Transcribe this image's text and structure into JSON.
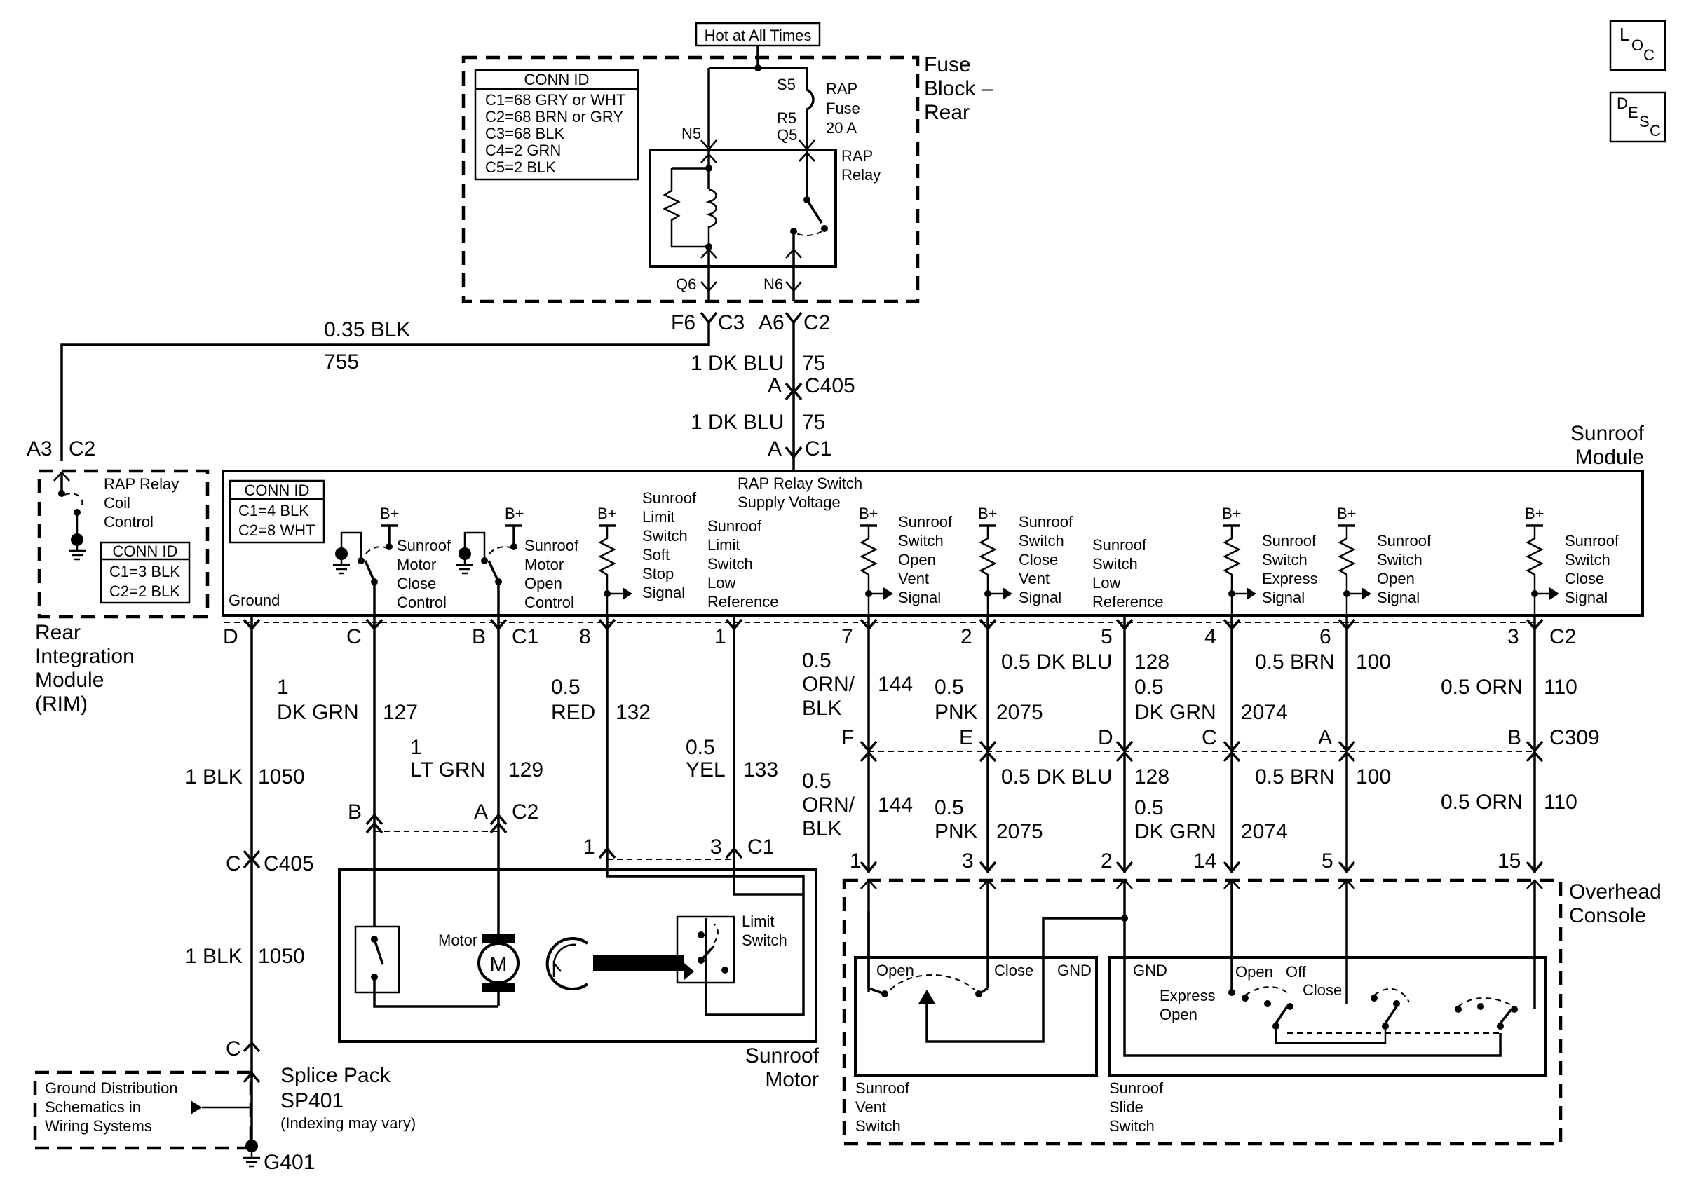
{
  "top_label": "Hot at All Times",
  "loc_icon": {
    "l": "L",
    "o": "O",
    "c": "C"
  },
  "desc_icon": {
    "d": "D",
    "e": "E",
    "s": "S",
    "c": "C"
  },
  "fuse_block": {
    "title_1": "Fuse",
    "title_2": "Block –",
    "title_3": "Rear",
    "conn_id_title": "CONN ID",
    "conn_ids": [
      "C1=68 GRY or WHT",
      "C2=68 BRN or GRY",
      "C3=68 BLK",
      "C4=2 GRN",
      "C5=2 BLK"
    ],
    "s5": "S5",
    "fuse_1": "RAP",
    "fuse_2": "Fuse",
    "fuse_3": "20 A",
    "r5": "R5",
    "q5": "Q5",
    "n5": "N5",
    "relay_1": "RAP",
    "relay_2": "Relay",
    "q6": "Q6",
    "n6": "N6",
    "f6": "F6",
    "c3": "C3",
    "a6": "A6",
    "c2": "C2"
  },
  "wire_755": {
    "gauge": "0.35 BLK",
    "circuit": "755"
  },
  "wire_75_a": {
    "gauge": "1 DK BLU",
    "circuit": "75",
    "pin": "A",
    "conn": "C405"
  },
  "wire_75_b": {
    "gauge": "1 DK BLU",
    "circuit": "75",
    "pin": "A",
    "conn": "C1"
  },
  "rim": {
    "a3": "A3",
    "c2": "C2",
    "relay_1": "RAP Relay",
    "relay_2": "Coil",
    "relay_3": "Control",
    "conn_id_title": "CONN ID",
    "conn_ids": [
      "C1=3 BLK",
      "C2=2 BLK"
    ],
    "name_1": "Rear",
    "name_2": "Integration",
    "name_3": "Module",
    "name_4": "(RIM)"
  },
  "sunroof_module": {
    "title_1": "Sunroof",
    "title_2": "Module",
    "conn_id_title": "CONN ID",
    "conn_ids": [
      "C1=4 BLK",
      "C2=8 WHT"
    ],
    "ground": "Ground",
    "bplus": "B+",
    "close_ctl": [
      "Sunroof",
      "Motor",
      "Close",
      "Control"
    ],
    "open_ctl": [
      "Sunroof",
      "Motor",
      "Open",
      "Control"
    ],
    "soft_stop": [
      "Sunroof",
      "Limit",
      "Switch",
      "Soft",
      "Stop",
      "Signal"
    ],
    "low_ref": [
      "Sunroof",
      "Limit",
      "Switch",
      "Low",
      "Reference"
    ],
    "rap_supply": [
      "RAP Relay Switch",
      "Supply Voltage"
    ],
    "open_vent": [
      "Sunroof",
      "Switch",
      "Open",
      "Vent",
      "Signal"
    ],
    "close_vent": [
      "Sunroof",
      "Switch",
      "Close",
      "Vent",
      "Signal"
    ],
    "switch_low_ref": [
      "Sunroof",
      "Switch",
      "Low",
      "Reference"
    ],
    "express": [
      "Sunroof",
      "Switch",
      "Express",
      "Signal"
    ],
    "open_sig": [
      "Sunroof",
      "Switch",
      "Open",
      "Signal"
    ],
    "close_sig": [
      "Sunroof",
      "Switch",
      "Close",
      "Signal"
    ],
    "pins": {
      "d": "D",
      "c": "C",
      "b": "B",
      "c1": "C1",
      "p8": "8",
      "p1": "1",
      "p7": "7",
      "p2": "2",
      "p5": "5",
      "p4": "4",
      "p6": "6",
      "p3": "3",
      "c2": "C2"
    }
  },
  "wires_upper": {
    "w127": {
      "g1": "1",
      "g2": "DK GRN",
      "c": "127"
    },
    "w129": {
      "g1": "1",
      "g2": "LT GRN",
      "c": "129"
    },
    "w132": {
      "g1": "0.5",
      "g2": "RED",
      "c": "132"
    },
    "w133": {
      "g1": "0.5",
      "g2": "YEL",
      "c": "133"
    },
    "w144": {
      "g1": "0.5",
      "g2": "ORN/",
      "g3": "BLK",
      "c": "144"
    },
    "w2075": {
      "g1": "0.5",
      "g2": "PNK",
      "c": "2075"
    },
    "w128": {
      "g": "0.5 DK BLU",
      "c": "128"
    },
    "w2074": {
      "g1": "0.5",
      "g2": "DK GRN",
      "c": "2074"
    },
    "w100": {
      "g": "0.5 BRN",
      "c": "100"
    },
    "w110": {
      "g": "0.5 ORN",
      "c": "110"
    }
  },
  "c309": {
    "f": "F",
    "e": "E",
    "d": "D",
    "c": "C",
    "a": "A",
    "b": "B",
    "name": "C309"
  },
  "wires_lower": {
    "w144": {
      "g1": "0.5",
      "g2": "ORN/",
      "g3": "BLK",
      "c": "144"
    },
    "w2075": {
      "g1": "0.5",
      "g2": "PNK",
      "c": "2075"
    },
    "w128": {
      "g": "0.5 DK BLU",
      "c": "128"
    },
    "w2074": {
      "g1": "0.5",
      "g2": "DK GRN",
      "c": "2074"
    },
    "w100": {
      "g": "0.5 BRN",
      "c": "100"
    },
    "w110": {
      "g": "0.5 ORN",
      "c": "110"
    }
  },
  "ground_wire": {
    "g1": "1 BLK",
    "c1": "1050",
    "pin": "C",
    "conn": "C405",
    "g2": "1 BLK",
    "c2": "1050",
    "pin2": "C"
  },
  "motor_conn": {
    "b": "B",
    "a": "A",
    "c2": "C2",
    "p1": "1",
    "p3": "3",
    "c1": "C1"
  },
  "sunroof_motor": {
    "motor": "Motor",
    "m": "M",
    "limit_1": "Limit",
    "limit_2": "Switch",
    "title_1": "Sunroof",
    "title_2": "Motor"
  },
  "overhead": {
    "pins": {
      "p1": "1",
      "p3": "3",
      "p2": "2",
      "p14": "14",
      "p5": "5",
      "p15": "15"
    },
    "title_1": "Overhead",
    "title_2": "Console",
    "vent_open": "Open",
    "vent_close": "Close",
    "vent_gnd": "GND",
    "slide_gnd": "GND",
    "slide_open": "Open",
    "slide_off": "Off",
    "slide_close": "Close",
    "express_1": "Express",
    "express_2": "Open",
    "vent_name": [
      "Sunroof",
      "Vent",
      "Switch"
    ],
    "slide_name": [
      "Sunroof",
      "Slide",
      "Switch"
    ]
  },
  "splice": {
    "ground_dist": [
      "Ground Distribution",
      "Schematics in",
      "Wiring Systems"
    ],
    "name_1": "Splice Pack",
    "name_2": "SP401",
    "name_3": "(Indexing may vary)",
    "g401": "G401"
  }
}
